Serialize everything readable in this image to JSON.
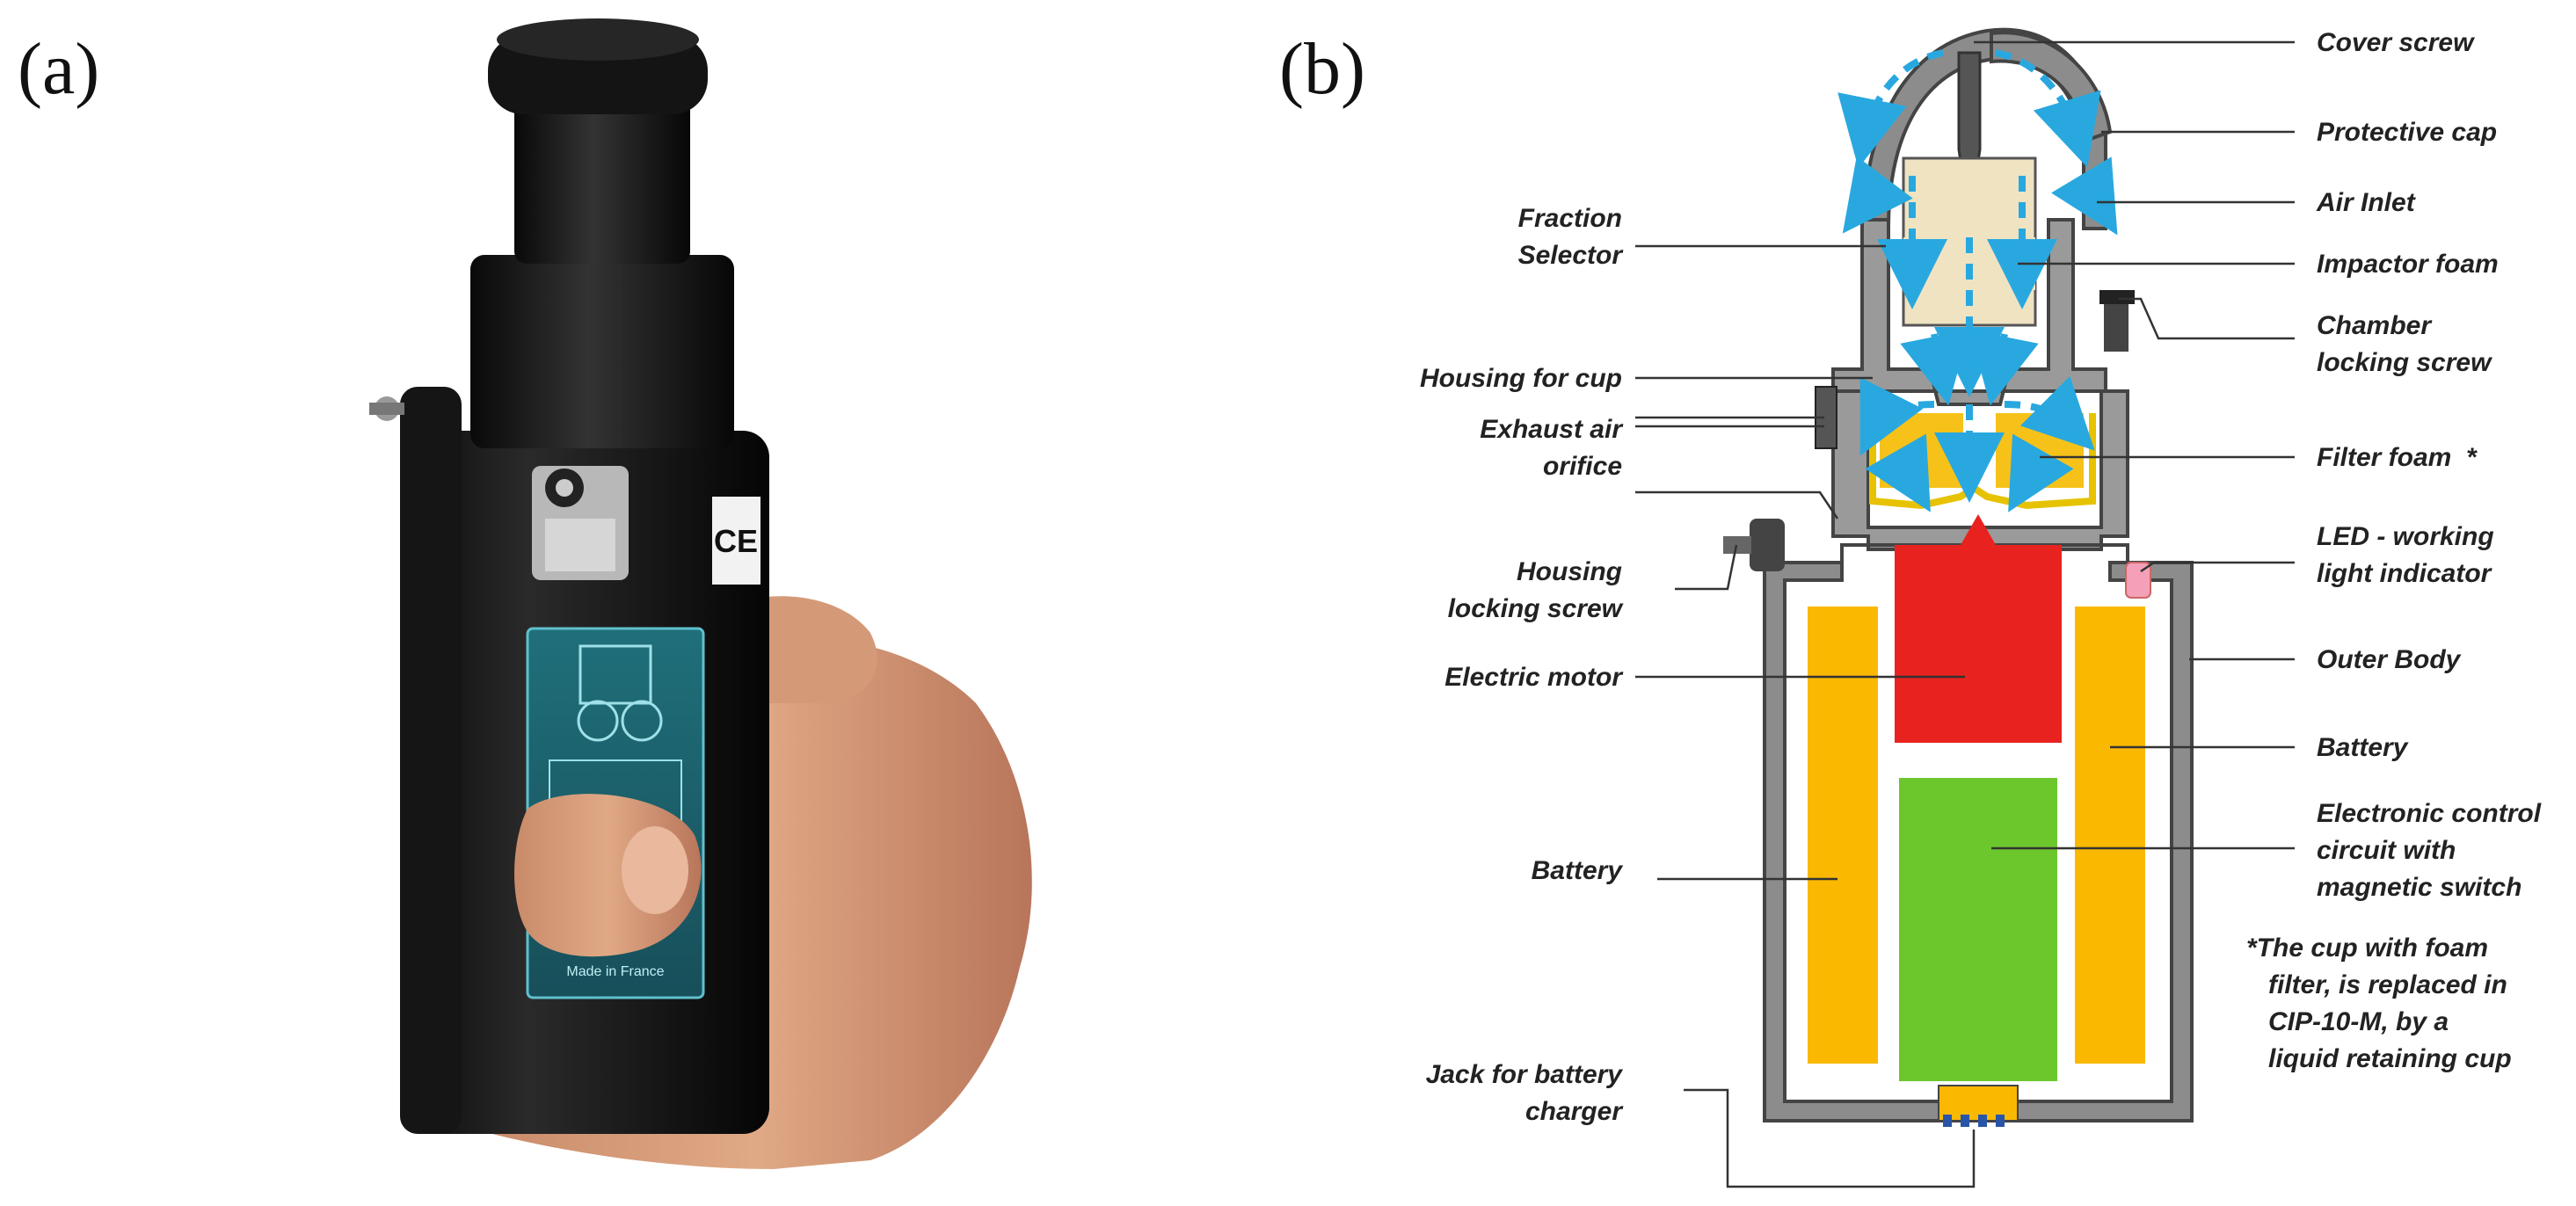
{
  "panels": {
    "a": "(a)",
    "b": "(b)"
  },
  "device_photo": {
    "ce_mark": "CE",
    "made_in": "Made in France"
  },
  "labels_right": [
    "Cover screw",
    "Protective cap",
    "Air Inlet",
    "Impactor foam",
    "Chamber",
    "locking screw",
    "Filter foam  *",
    "LED - working",
    "light indicator",
    "Outer Body",
    "Battery",
    "Electronic control",
    "circuit with",
    "magnetic switch"
  ],
  "labels_left": [
    "Fraction",
    "Selector",
    "Housing for cup",
    "Exhaust air",
    "orifice",
    "Housing",
    "locking screw",
    "Electric motor",
    "Battery",
    "Jack for battery",
    "charger"
  ],
  "footnote": [
    "*The cup with foam",
    "filter, is replaced in",
    "CIP-10-M, by a",
    "liquid retaining cup"
  ],
  "colors": {
    "motor": "#e8231f",
    "circuit": "#6cc72d",
    "battery": "#fbb800",
    "filter": "#f6d000",
    "airflow": "#29a8e0",
    "led": "#f3a0b8",
    "jack": "#2855a8",
    "foam": "#efe3c2"
  }
}
